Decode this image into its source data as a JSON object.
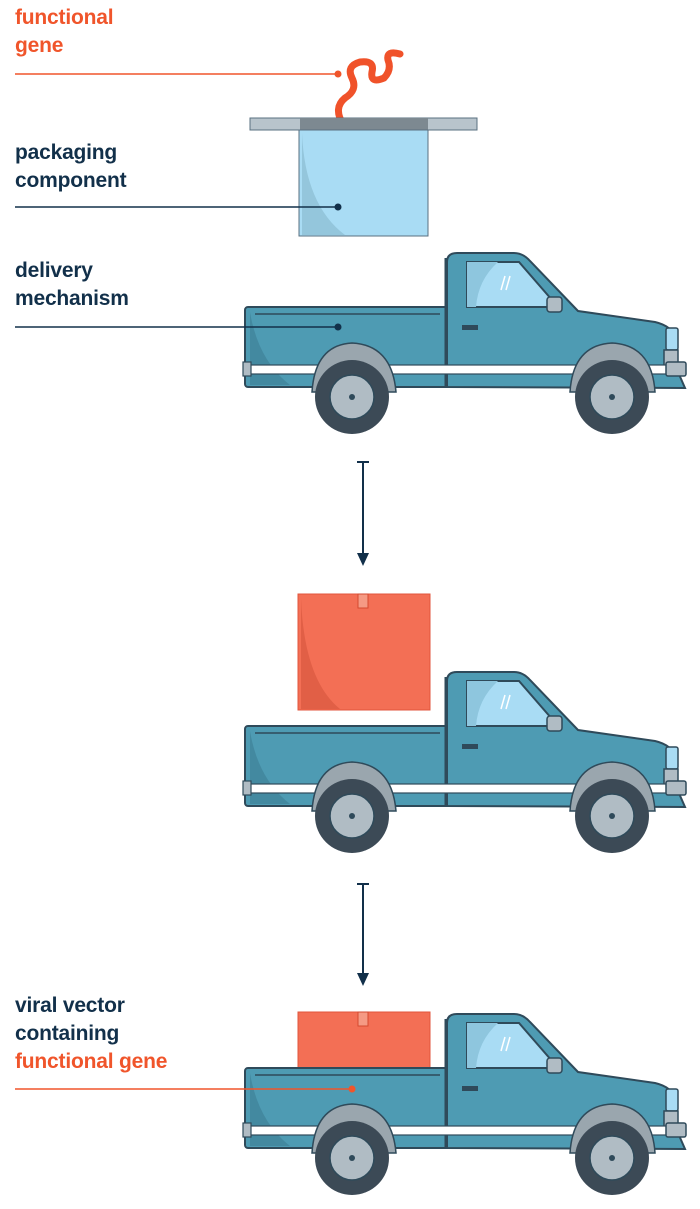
{
  "labels": {
    "functional_gene": [
      "functional",
      "gene"
    ],
    "packaging_component": [
      "packaging",
      "component"
    ],
    "delivery_mechanism": [
      "delivery",
      "mechanism"
    ],
    "viral_vector": [
      "viral vector",
      "containing",
      "functional gene"
    ]
  },
  "colors": {
    "accent_orange": "#f0552b",
    "navy": "#12304a",
    "truck_teal": "#4e9bb3",
    "package_blue": "#a9dcf4",
    "package_orange": "#f36f55"
  },
  "icons": [
    "gene-squiggle-icon",
    "package-box-icon",
    "pickup-truck-icon",
    "down-arrow-icon"
  ]
}
